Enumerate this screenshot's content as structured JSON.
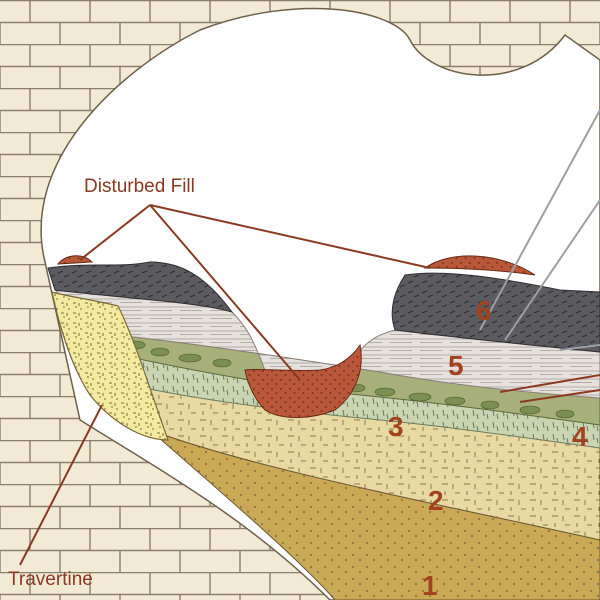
{
  "labels": {
    "disturbed_fill": "Disturbed Fill",
    "travertine": "Travertine"
  },
  "layers": [
    {
      "number": "1",
      "name": "layer-1"
    },
    {
      "number": "2",
      "name": "layer-2"
    },
    {
      "number": "3",
      "name": "layer-3"
    },
    {
      "number": "4",
      "name": "layer-4"
    },
    {
      "number": "5",
      "name": "layer-5"
    },
    {
      "number": "6",
      "name": "layer-6"
    }
  ],
  "colors": {
    "wall_bg": "#f3ead6",
    "mortar": "#8b7f6a",
    "cave_void": "#ffffff",
    "disturbed_fill": "#b8573a",
    "travertine": "#f3eaa0",
    "layer_1": "#c9a856",
    "layer_2": "#e8d9a3",
    "layer_3": "#c8d4b2",
    "layer_4": "#a7b07a",
    "layer_5": "#e6e1dc",
    "layer_6": "#5c5c60",
    "label_text": "#8a3a22",
    "number_text": "#a2421f",
    "leader_line": "#8a3a22"
  }
}
